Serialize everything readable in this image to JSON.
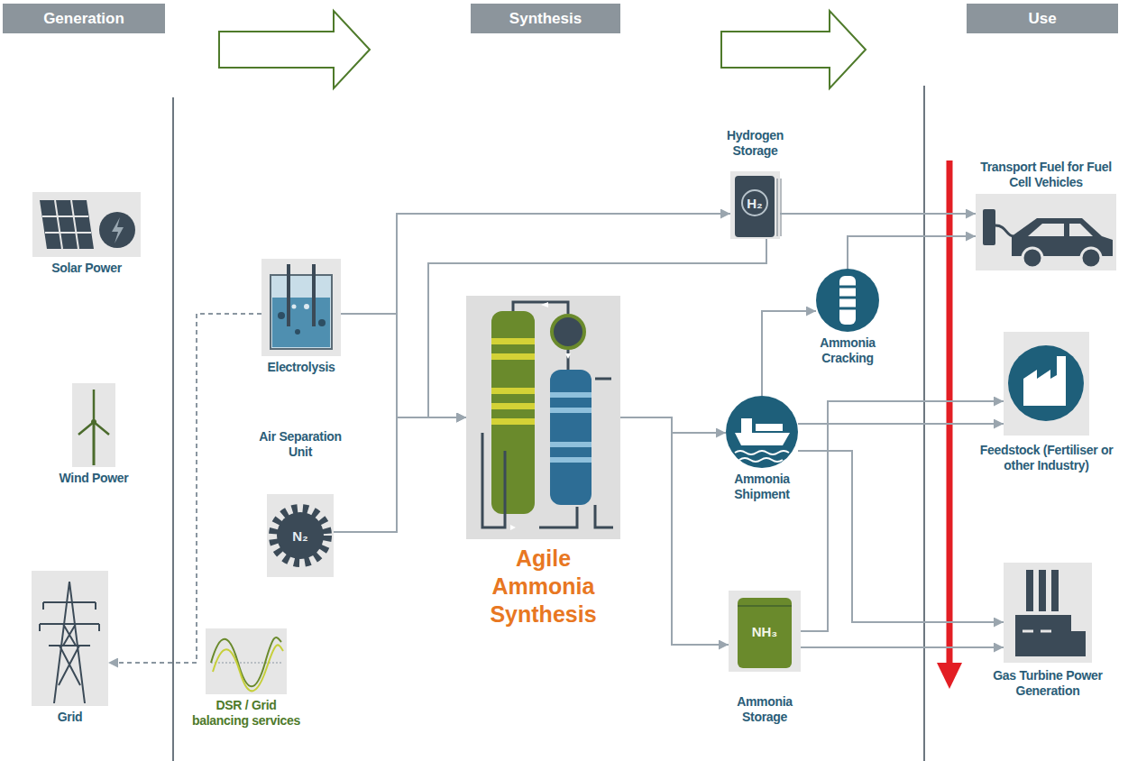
{
  "diagram": {
    "nodes": [
      {
        "text": [
          "Generation"
        ]
      },
      {
        "text": [
          "Synthesis"
        ]
      },
      {
        "text": [
          "Use"
        ]
      },
      {
        "text": [
          "Solar Power"
        ]
      },
      {
        "text": [
          "Wind Power"
        ]
      },
      {
        "text": [
          "Grid"
        ]
      },
      {
        "text": [
          "Electrolysis"
        ]
      },
      {
        "text": [
          "Air Separation Unit"
        ]
      },
      {
        "text": [
          "DSR / Grid balancing services"
        ]
      },
      {
        "text": [
          "Hydrogen Storage"
        ]
      },
      {
        "text": [
          "Agile Ammonia Synthesis"
        ]
      },
      {
        "text": [
          "Ammonia Cracking"
        ]
      },
      {
        "text": [
          "Ammonia Shipment"
        ]
      },
      {
        "text": [
          "Ammonia Storage"
        ]
      },
      {
        "text": [
          "Transport Fuel for Fuel Cell Vehicles"
        ]
      },
      {
        "text": [
          "Feedstock (Fertiliser or other Industry)"
        ]
      },
      {
        "text": [
          "Gas Turbine Power Generation"
        ]
      }
    ],
    "edges": [
      {
        "from": 6,
        "to": 9,
        "arrow": "to"
      },
      {
        "from": 6,
        "to": 10,
        "arrow": "to"
      },
      {
        "from": 7,
        "to": 10,
        "arrow": "to"
      },
      {
        "from": 9,
        "to": 10,
        "arrow": "to"
      },
      {
        "from": 9,
        "to": 14,
        "arrow": "to"
      },
      {
        "from": 10,
        "to": 12,
        "arrow": "to"
      },
      {
        "from": 10,
        "to": 13,
        "arrow": "to"
      },
      {
        "from": 12,
        "to": 11,
        "arrow": "to"
      },
      {
        "from": 11,
        "to": 14,
        "arrow": "to"
      },
      {
        "from": 12,
        "to": 15,
        "arrow": "to"
      },
      {
        "from": 12,
        "to": 16,
        "arrow": "to"
      },
      {
        "from": 13,
        "to": 15,
        "arrow": "to"
      },
      {
        "from": 13,
        "to": 16,
        "arrow": "to"
      },
      {
        "from": 6,
        "to": 5,
        "arrow": "to"
      }
    ],
    "labels": [
      "H₂",
      "N₂",
      "NH₃"
    ]
  }
}
